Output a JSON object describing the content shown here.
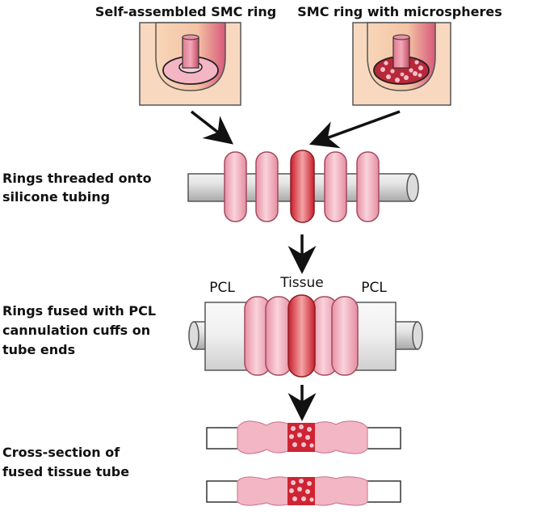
{
  "headers": {
    "left": "Self-assembled SMC ring",
    "right": "SMC ring with microspheres"
  },
  "steps": {
    "threaded": [
      "Rings threaded onto",
      "silicone tubing"
    ],
    "fused": [
      "Rings fused with PCL",
      "cannulation cuffs on",
      "tube ends"
    ],
    "cross_section": [
      "Cross-section of",
      "fused tissue tube"
    ]
  },
  "labels": {
    "pcl_left": "PCL",
    "tissue": "Tissue",
    "pcl_right": "PCL"
  },
  "colors": {
    "ring_pink": "#f2b4c0",
    "ring_red": "#e0303a",
    "well_dark": "#d96a80",
    "well_light": "#f7cfb0",
    "tube_grey": "#d6d6d6"
  }
}
